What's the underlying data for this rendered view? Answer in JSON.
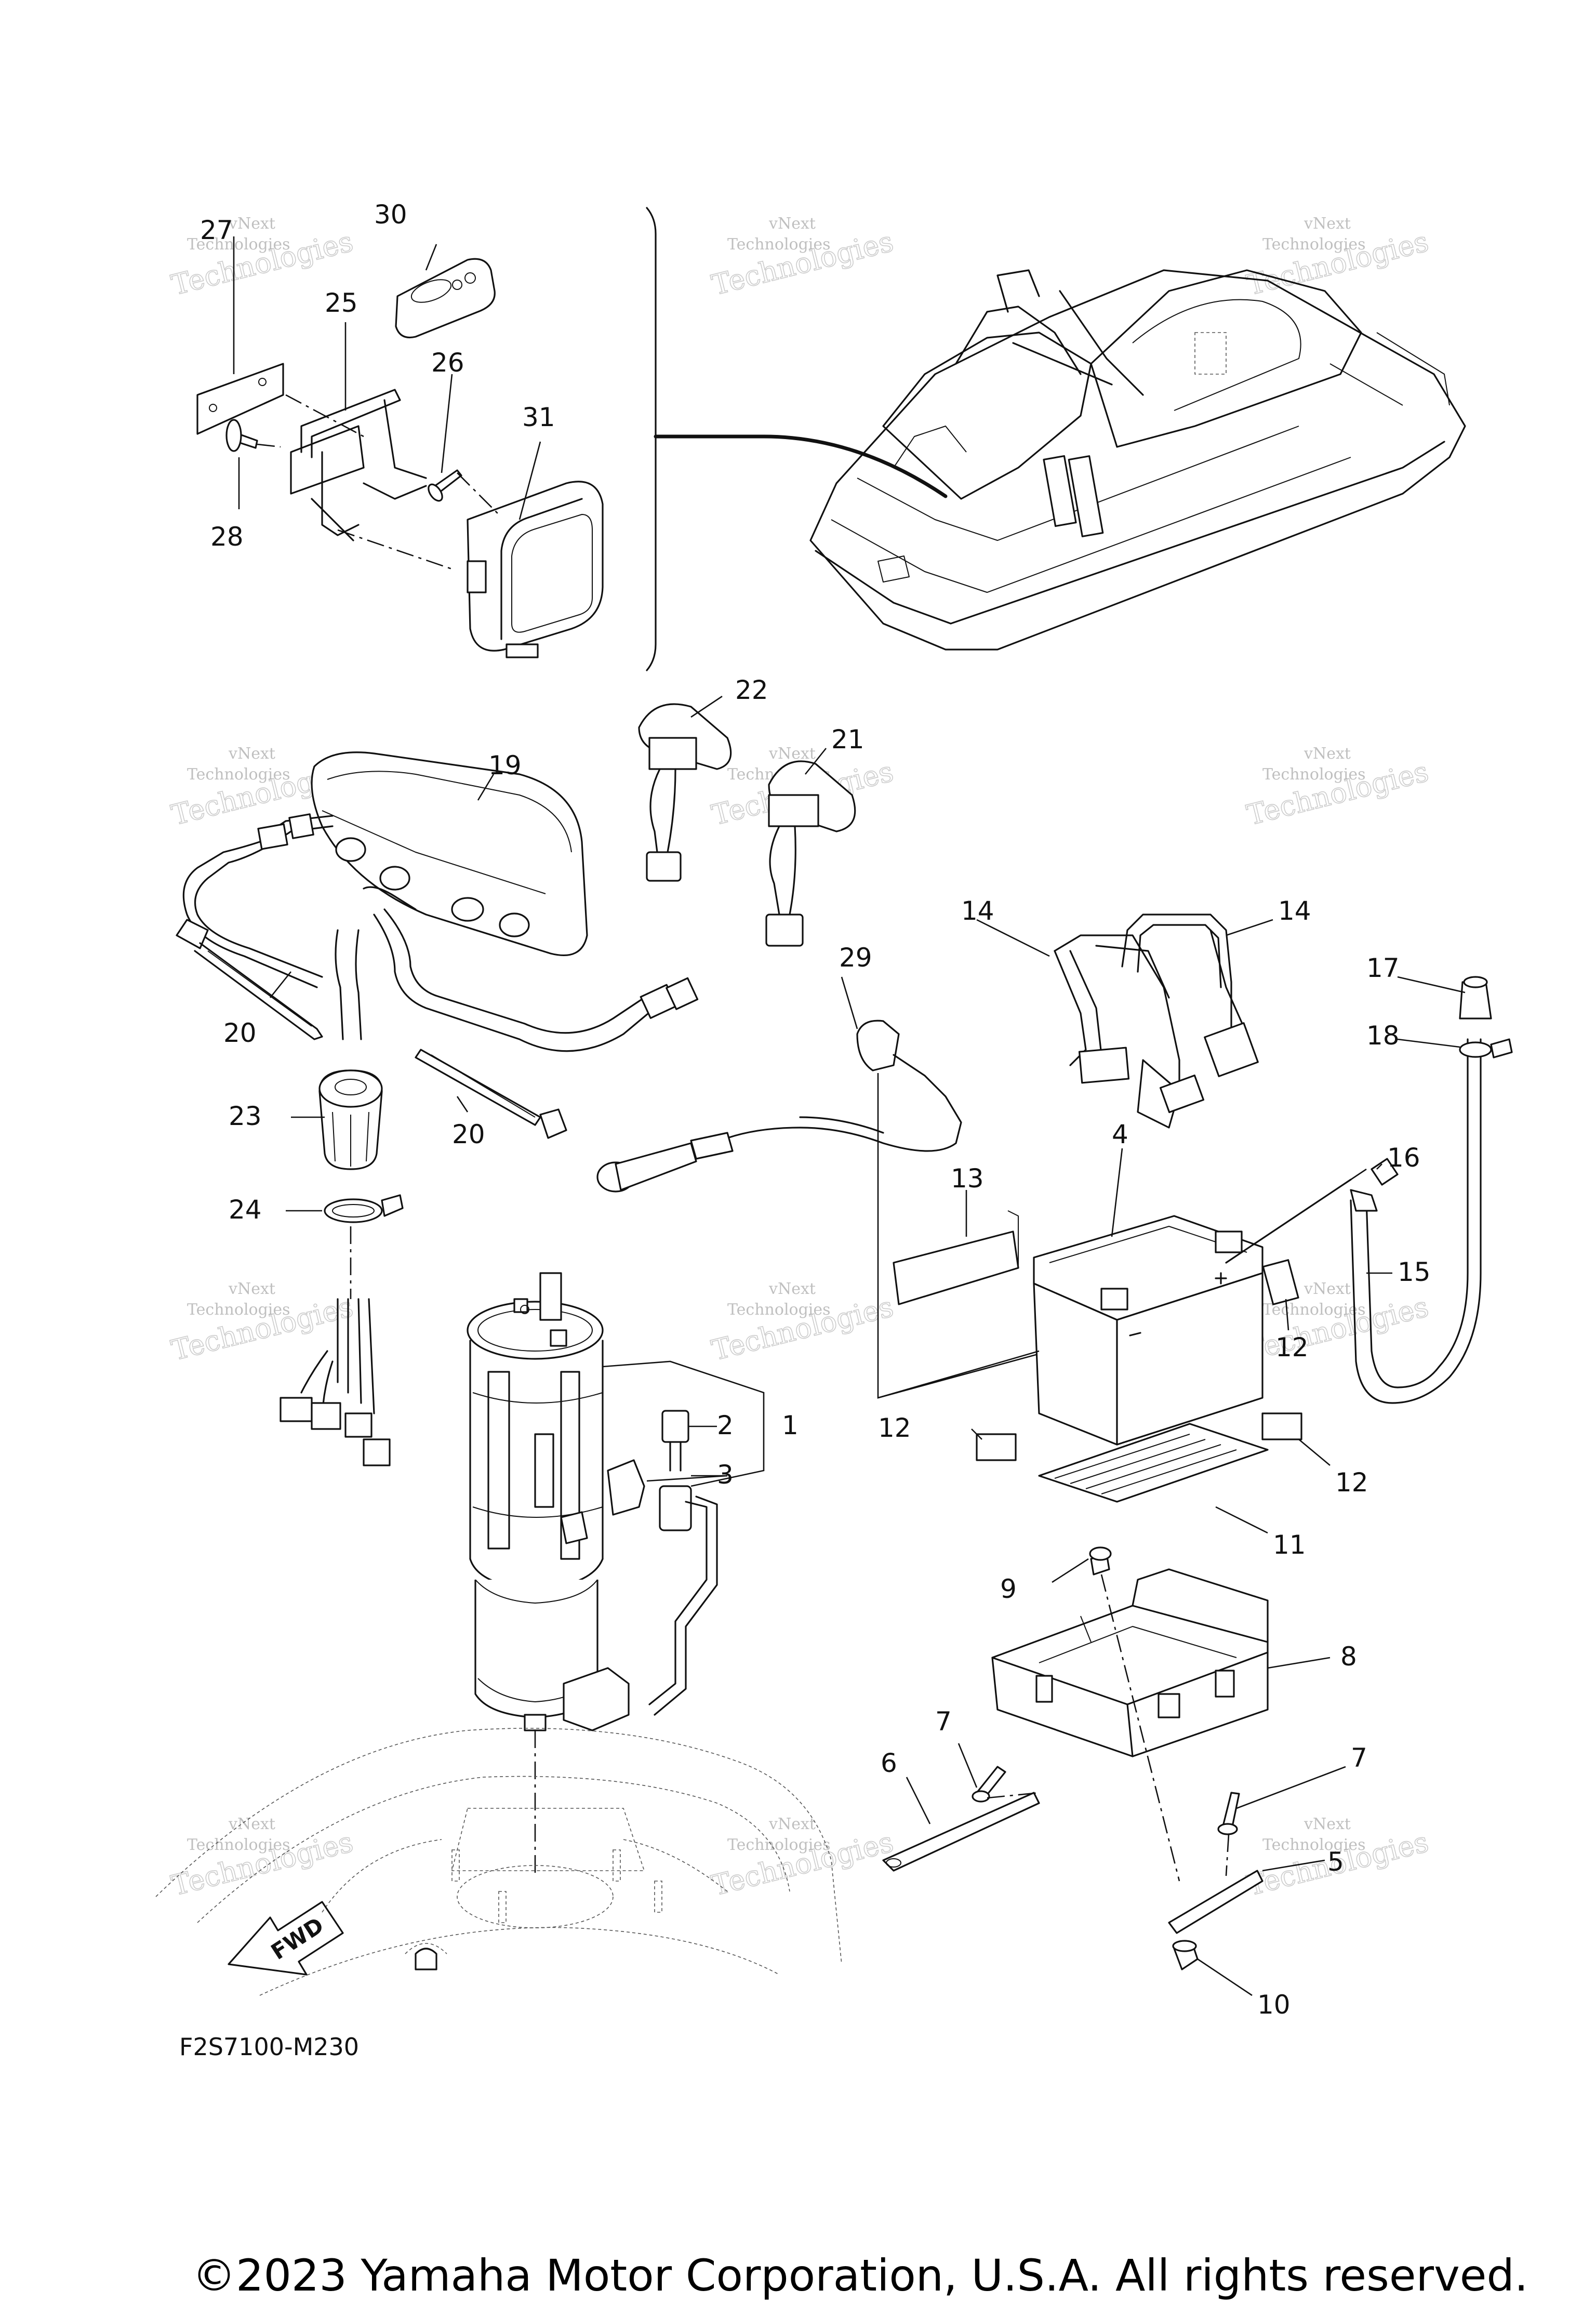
{
  "diagram_code": "F2S7100-M230",
  "copyright": "©2023 Yamaha Motor Corporation, U.S.A. All rights reserved.",
  "watermark": {
    "line1": "vNext",
    "line2": "Technologies",
    "big": "Technologies"
  },
  "fwd_arrow": "FWD",
  "callouts": {
    "c1": "1",
    "c2": "2",
    "c3a": "3",
    "c3b": "3",
    "c4": "4",
    "c5": "5",
    "c6": "6",
    "c7a": "7",
    "c7b": "7",
    "c8": "8",
    "c9": "9",
    "c10": "10",
    "c11": "11",
    "c12a": "12",
    "c12b": "12",
    "c12c": "12",
    "c12d": "12",
    "c13": "13",
    "c14a": "14",
    "c14b": "14",
    "c15": "15",
    "c16": "16",
    "c17": "17",
    "c18": "18",
    "c19": "19",
    "c20a": "20",
    "c20b": "20",
    "c21": "21",
    "c22": "22",
    "c23": "23",
    "c24": "24",
    "c25": "25",
    "c26": "26",
    "c27": "27",
    "c28": "28",
    "c29": "29",
    "c30": "30",
    "c31": "31"
  }
}
